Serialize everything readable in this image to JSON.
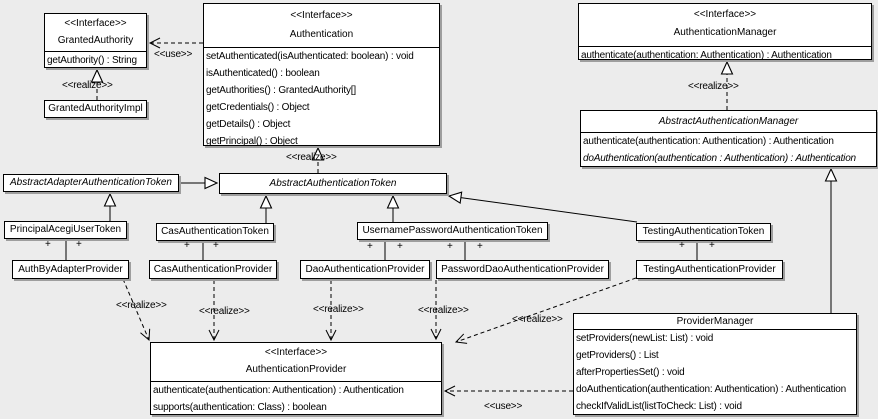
{
  "diagram": {
    "labels": {
      "use": "<<use>>",
      "realize": "<<realize>>",
      "plus": "+"
    },
    "classes": {
      "granted_authority": {
        "stereotype": "<<Interface>>",
        "name": "GrantedAuthority",
        "methods": [
          "getAuthority() : String"
        ]
      },
      "granted_authority_impl": {
        "name": "GrantedAuthorityImpl"
      },
      "authentication": {
        "stereotype": "<<Interface>>",
        "name": "Authentication",
        "methods": [
          "setAuthenticated(isAuthenticated: boolean) : void",
          "isAuthenticated() : boolean",
          "getAuthorities() : GrantedAuthority[]",
          "getCredentials() : Object",
          "getDetails() : Object",
          "getPrincipal() : Object"
        ]
      },
      "authentication_manager": {
        "stereotype": "<<Interface>>",
        "name": "AuthenticationManager",
        "methods": [
          "authenticate(authentication: Authentication) : Authentication"
        ]
      },
      "abstract_authentication_manager": {
        "name": "AbstractAuthenticationManager",
        "methods": [
          "authenticate(authentication: Authentication) : Authentication",
          "doAuthentication(authentication : Authentication) : Authentication"
        ]
      },
      "abstract_adapter_authentication_token": {
        "name": "AbstractAdapterAuthenticationToken"
      },
      "abstract_authentication_token": {
        "name": "AbstractAuthenticationToken"
      },
      "principal_acegi_user_token": {
        "name": "PrincipalAcegiUserToken"
      },
      "cas_authentication_token": {
        "name": "CasAuthenticationToken"
      },
      "username_password_authentication_token": {
        "name": "UsernamePasswordAuthenticationToken"
      },
      "testing_authentication_token": {
        "name": "TestingAuthenticationToken"
      },
      "auth_by_adapter_provider": {
        "name": "AuthByAdapterProvider"
      },
      "cas_authentication_provider": {
        "name": "CasAuthenticationProvider"
      },
      "dao_authentication_provider": {
        "name": "DaoAuthenticationProvider"
      },
      "password_dao_authentication_provider": {
        "name": "PasswordDaoAuthenticationProvider"
      },
      "testing_authentication_provider": {
        "name": "TestingAuthenticationProvider"
      },
      "authentication_provider": {
        "stereotype": "<<Interface>>",
        "name": "AuthenticationProvider",
        "methods": [
          "authenticate(authentication: Authentication) : Authentication",
          "supports(authentication: Class) : boolean"
        ]
      },
      "provider_manager": {
        "name": "ProviderManager",
        "methods": [
          "setProviders(newList: List) : void",
          "getProviders() : List",
          "afterPropertiesSet() : void",
          "doAuthentication(authentication: Authentication) : Authentication",
          "checkIfValidList(listToCheck: List) : void"
        ]
      }
    }
  }
}
